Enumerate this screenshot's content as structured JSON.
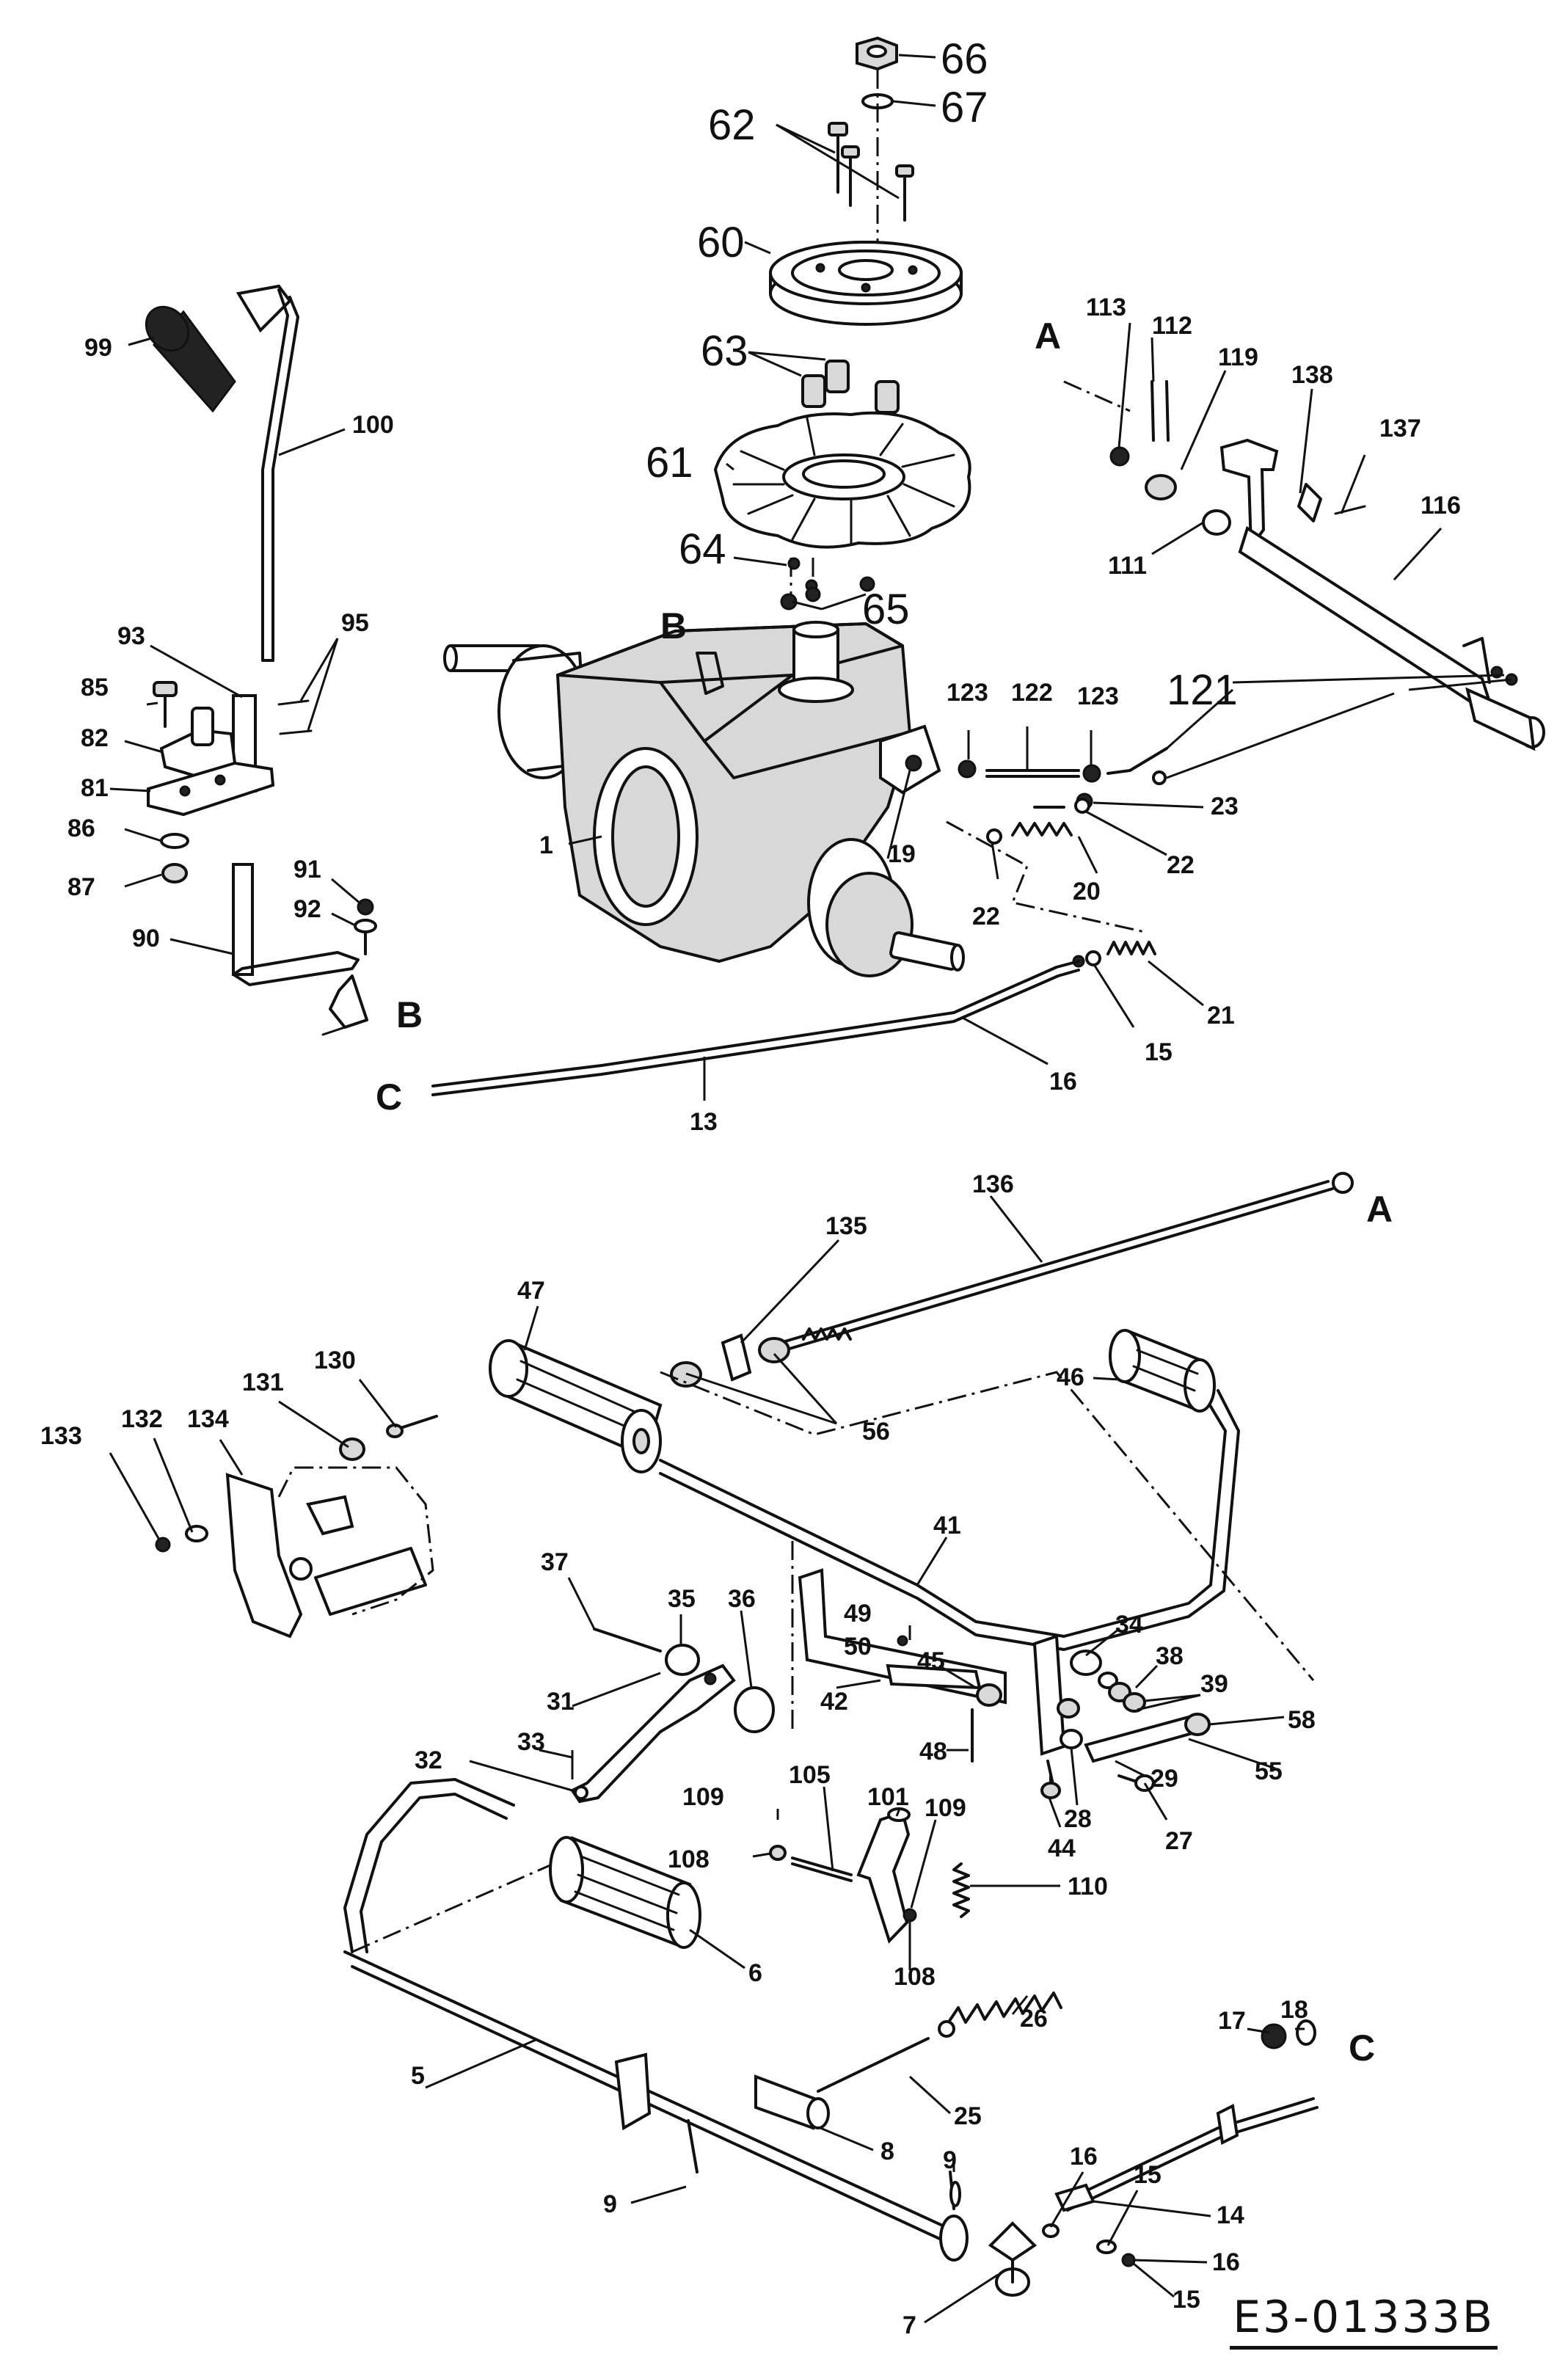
{
  "document_code": "E3-01333B",
  "callouts": [
    {
      "id": "c66",
      "text": "66"
    },
    {
      "id": "c67",
      "text": "67"
    },
    {
      "id": "c62",
      "text": "62"
    },
    {
      "id": "c60",
      "text": "60"
    },
    {
      "id": "c63",
      "text": "63"
    },
    {
      "id": "c61",
      "text": "61"
    },
    {
      "id": "c64",
      "text": "64"
    },
    {
      "id": "c65",
      "text": "65"
    },
    {
      "id": "c99",
      "text": "99"
    },
    {
      "id": "c100",
      "text": "100"
    },
    {
      "id": "c93",
      "text": "93"
    },
    {
      "id": "c95",
      "text": "95"
    },
    {
      "id": "c85",
      "text": "85"
    },
    {
      "id": "c82",
      "text": "82"
    },
    {
      "id": "c81",
      "text": "81"
    },
    {
      "id": "c86",
      "text": "86"
    },
    {
      "id": "c87",
      "text": "87"
    },
    {
      "id": "c91",
      "text": "91"
    },
    {
      "id": "c92",
      "text": "92"
    },
    {
      "id": "c90",
      "text": "90"
    },
    {
      "id": "c113",
      "text": "113"
    },
    {
      "id": "c112",
      "text": "112"
    },
    {
      "id": "c119",
      "text": "119"
    },
    {
      "id": "c138",
      "text": "138"
    },
    {
      "id": "c137",
      "text": "137"
    },
    {
      "id": "c116",
      "text": "116"
    },
    {
      "id": "c111",
      "text": "111"
    },
    {
      "id": "c123a",
      "text": "123"
    },
    {
      "id": "c122",
      "text": "122"
    },
    {
      "id": "c123b",
      "text": "123"
    },
    {
      "id": "c121",
      "text": "121"
    },
    {
      "id": "c23",
      "text": "23"
    },
    {
      "id": "c1",
      "text": "1"
    },
    {
      "id": "c19",
      "text": "19"
    },
    {
      "id": "c20",
      "text": "20"
    },
    {
      "id": "c22a",
      "text": "22"
    },
    {
      "id": "c22b",
      "text": "22"
    },
    {
      "id": "c21",
      "text": "21"
    },
    {
      "id": "c15a",
      "text": "15"
    },
    {
      "id": "c16a",
      "text": "16"
    },
    {
      "id": "c13",
      "text": "13"
    },
    {
      "id": "c136",
      "text": "136"
    },
    {
      "id": "c135",
      "text": "135"
    },
    {
      "id": "c47",
      "text": "47"
    },
    {
      "id": "c46",
      "text": "46"
    },
    {
      "id": "c56",
      "text": "56"
    },
    {
      "id": "c133",
      "text": "133"
    },
    {
      "id": "c132",
      "text": "132"
    },
    {
      "id": "c134",
      "text": "134"
    },
    {
      "id": "c131",
      "text": "131"
    },
    {
      "id": "c130",
      "text": "130"
    },
    {
      "id": "c41",
      "text": "41"
    },
    {
      "id": "c37",
      "text": "37"
    },
    {
      "id": "c35",
      "text": "35"
    },
    {
      "id": "c36",
      "text": "36"
    },
    {
      "id": "c31",
      "text": "31"
    },
    {
      "id": "c33",
      "text": "33"
    },
    {
      "id": "c32",
      "text": "32"
    },
    {
      "id": "c49",
      "text": "49"
    },
    {
      "id": "c50",
      "text": "50"
    },
    {
      "id": "c45",
      "text": "45"
    },
    {
      "id": "c42",
      "text": "42"
    },
    {
      "id": "c48",
      "text": "48"
    },
    {
      "id": "c34",
      "text": "34"
    },
    {
      "id": "c38",
      "text": "38"
    },
    {
      "id": "c39",
      "text": "39"
    },
    {
      "id": "c58",
      "text": "58"
    },
    {
      "id": "c55",
      "text": "55"
    },
    {
      "id": "c29",
      "text": "29"
    },
    {
      "id": "c28",
      "text": "28"
    },
    {
      "id": "c27",
      "text": "27"
    },
    {
      "id": "c44",
      "text": "44"
    },
    {
      "id": "c109a",
      "text": "109"
    },
    {
      "id": "c105",
      "text": "105"
    },
    {
      "id": "c101",
      "text": "101"
    },
    {
      "id": "c109b",
      "text": "109"
    },
    {
      "id": "c108a",
      "text": "108"
    },
    {
      "id": "c110",
      "text": "110"
    },
    {
      "id": "c108b",
      "text": "108"
    },
    {
      "id": "c6",
      "text": "6"
    },
    {
      "id": "c26",
      "text": "26"
    },
    {
      "id": "c25",
      "text": "25"
    },
    {
      "id": "c5",
      "text": "5"
    },
    {
      "id": "c8",
      "text": "8"
    },
    {
      "id": "c9a",
      "text": "9"
    },
    {
      "id": "c9b",
      "text": "9"
    },
    {
      "id": "c17",
      "text": "17"
    },
    {
      "id": "c18",
      "text": "18"
    },
    {
      "id": "c16b",
      "text": "16"
    },
    {
      "id": "c15b",
      "text": "15"
    },
    {
      "id": "c14",
      "text": "14"
    },
    {
      "id": "c16c",
      "text": "16"
    },
    {
      "id": "c15c",
      "text": "15"
    },
    {
      "id": "c7",
      "text": "7"
    }
  ],
  "references": [
    {
      "id": "rA1",
      "text": "A"
    },
    {
      "id": "rB1",
      "text": "B"
    },
    {
      "id": "rB2",
      "text": "B"
    },
    {
      "id": "rC1",
      "text": "C"
    },
    {
      "id": "rA2",
      "text": "A"
    },
    {
      "id": "rC2",
      "text": "C"
    }
  ]
}
